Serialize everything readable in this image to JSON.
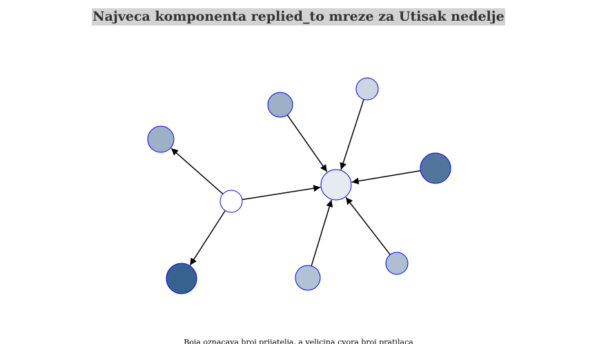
{
  "title": "Najveca komponenta replied_to mreze za Utisak nedelje",
  "caption": "Boja oznacava broj prijatelja, a velicina cvora broj pratilaca",
  "colors": {
    "title_background": "#d3d3d3",
    "node_stroke": "#0000ff",
    "edge": "#000000"
  },
  "graph": {
    "nodes": [
      {
        "id": "hub",
        "fill": "#e6eaf1"
      },
      {
        "id": "source",
        "fill": "#ffffff"
      },
      {
        "id": "n_top_left",
        "fill": "#9db0c6"
      },
      {
        "id": "n_top_right",
        "fill": "#ccd6e2"
      },
      {
        "id": "n_right",
        "fill": "#52759b"
      },
      {
        "id": "n_bottom_right",
        "fill": "#adbfd1"
      },
      {
        "id": "n_bottom",
        "fill": "#b2c2d5"
      },
      {
        "id": "n_far_left",
        "fill": "#9db0c6"
      },
      {
        "id": "n_bottom_left",
        "fill": "#376290"
      }
    ],
    "edges": [
      {
        "from": "source",
        "to": "n_far_left"
      },
      {
        "from": "source",
        "to": "n_bottom_left"
      },
      {
        "from": "source",
        "to": "hub"
      },
      {
        "from": "n_top_left",
        "to": "hub"
      },
      {
        "from": "n_top_right",
        "to": "hub"
      },
      {
        "from": "n_right",
        "to": "hub"
      },
      {
        "from": "n_bottom_right",
        "to": "hub"
      },
      {
        "from": "n_bottom",
        "to": "hub"
      }
    ]
  }
}
